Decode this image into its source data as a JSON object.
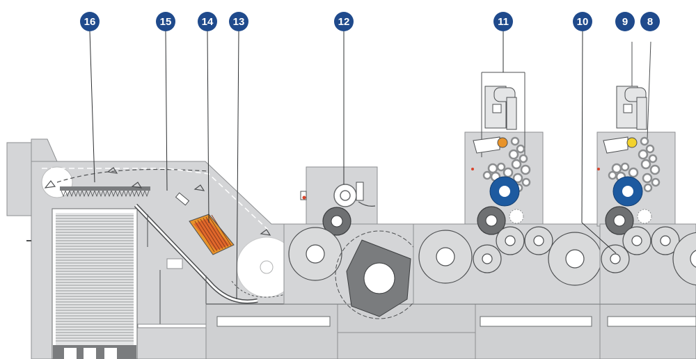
{
  "callouts": [
    {
      "id": "c16",
      "label": "16"
    },
    {
      "id": "c15",
      "label": "15"
    },
    {
      "id": "c14",
      "label": "14"
    },
    {
      "id": "c13",
      "label": "13"
    },
    {
      "id": "c12",
      "label": "12"
    },
    {
      "id": "c11",
      "label": "11"
    },
    {
      "id": "c10",
      "label": "10"
    },
    {
      "id": "c9",
      "label": "9"
    },
    {
      "id": "c8",
      "label": "8"
    }
  ],
  "colors": {
    "callout": "#1f4a8c",
    "housing": "#d4d5d7",
    "blue_cylinder": "#1d5aa0",
    "yellow_part": "#f2d22e",
    "orange_part": "#e8932a",
    "red_mark": "#d9442b"
  }
}
